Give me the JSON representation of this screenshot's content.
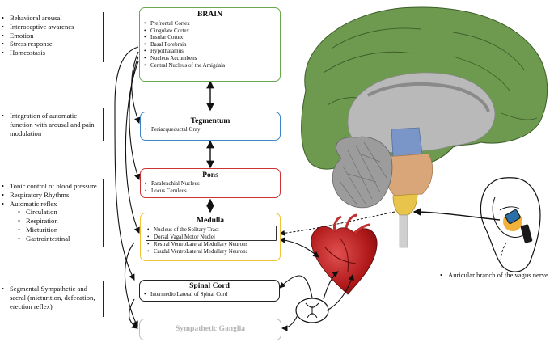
{
  "functions": {
    "brain": [
      "Behavioral arousal",
      "Interoceptive awarenes",
      "Emotion",
      "Stress response",
      "Homeostasis"
    ],
    "tegmentum": [
      "Integration of automatic function with arousal and pain modulation"
    ],
    "pons_medulla": [
      "Tonic control of blood pressure",
      "Respiratory Rhythms",
      "Automatic reflex"
    ],
    "reflex_subitems": [
      "Circulation",
      "Respiration",
      "Micturition",
      "Gastrointestinal"
    ],
    "spinal": [
      "Segmental Sympathetic and sacral (micturition, defecation, erection reflex)"
    ]
  },
  "boxes": {
    "brain": {
      "title": "BRAIN",
      "color": "#6aa84f",
      "items": [
        "Prefrontal Cortex",
        "Cingulate Cortex",
        "Insular Cortex",
        "Basal Forebrain",
        "Hypothalamus",
        "Nucleus Accumbens",
        "Central Nucleus of the Amigdala"
      ]
    },
    "tegmentum": {
      "title": "Tegmentum",
      "color": "#3d85c6",
      "items": [
        "Periacqueductal Gray"
      ]
    },
    "pons": {
      "title": "Pons",
      "color": "#cc3333",
      "items": [
        "Parabrachial Nucleus",
        "Locus Ceruleus"
      ]
    },
    "medulla": {
      "title": "Medulla",
      "color": "#f1c232",
      "items": [
        "Nucleus of the Solitary Tract",
        "Dorsal Vagal Motor Nuclei",
        "Restral VentroLateral Medullary Neurons",
        "Caudal VentroLateral Medullary Neurons"
      ]
    },
    "spinal": {
      "title": "Spinal Cord",
      "color": "#222222",
      "items": [
        "Intermedio Lateral of Spinal Cord"
      ]
    },
    "ganglia": {
      "title": "Sympathetic Ganglia",
      "color": "#bdbdbd"
    }
  },
  "auricular_label": "Auricular branch of the vagus nerve"
}
